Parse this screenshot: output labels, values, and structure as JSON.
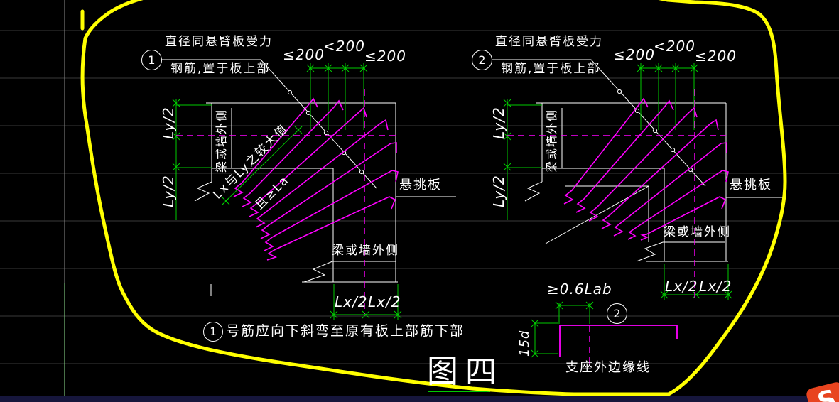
{
  "canvas": {
    "background": "#000000",
    "grid_color": "#3a3a3a",
    "taskbar_color": "#16163c",
    "colors": {
      "drawing_lines": "#ffffff",
      "dimension_lines": "#00cc00",
      "rebar_lines": "#ff00ff",
      "freehand_highlight": "#ffff00"
    }
  },
  "details": [
    {
      "bubble": "1",
      "callout_line1": "直径同悬臂板受力",
      "callout_line2": "钢筋,置于板上部",
      "spacing_dims": [
        "≤200",
        "<200",
        "≤200"
      ],
      "ly_dims": [
        "Ly/2",
        "Ly/2"
      ],
      "lx_dims": [
        "Lx/2",
        "Lx/2"
      ],
      "wall_side_label": "梁或墙外侧",
      "wall_bottom_label": "梁或墙外侧",
      "cantilever_label": "悬挑板",
      "diag_note_line1": "Lx与Ly之较大值",
      "diag_note_line2": "且≥La"
    },
    {
      "bubble": "2",
      "callout_line1": "直径同悬臂板受力",
      "callout_line2": "钢筋,置于板上部",
      "spacing_dims": [
        "≤200",
        "<200",
        "≤200"
      ],
      "ly_dims": [
        "Ly/2",
        "Ly/2"
      ],
      "lx_dims": [
        "Lx/2",
        "Lx/2"
      ],
      "wall_side_label": "梁或墙外侧",
      "wall_bottom_label": "梁或墙外侧",
      "cantilever_label": "悬挑板"
    }
  ],
  "hook_detail": {
    "bubble": "2",
    "top_dim": "≥0.6Lab",
    "left_dim": "15d",
    "edge_label": "支座外边缘线"
  },
  "footer": {
    "note_bubble": "1",
    "note_text": "号筋应向下斜弯至原有板上部筋下部",
    "figure_title": "图四"
  },
  "watermark": {
    "letter": "S",
    "color": "#e8441f"
  }
}
